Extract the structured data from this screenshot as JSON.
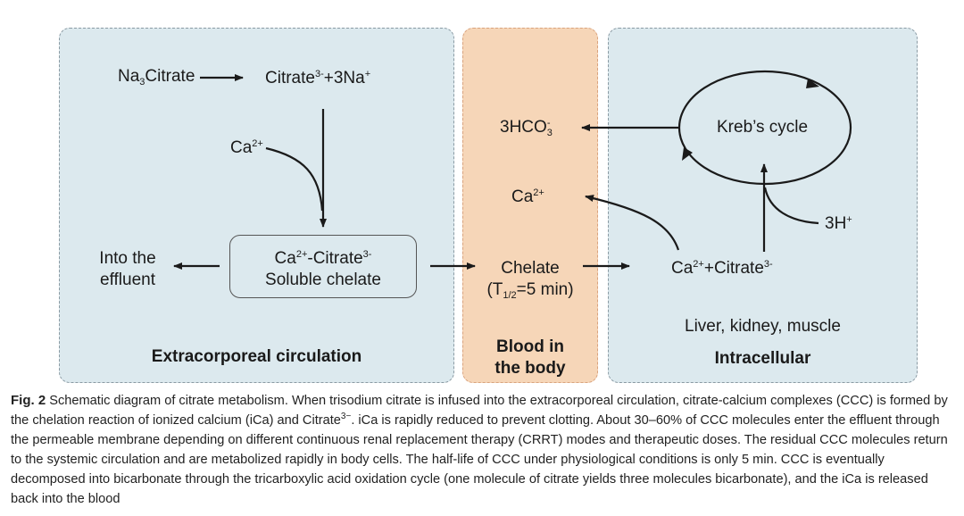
{
  "panels": {
    "extracorporeal": "Extracorporeal circulation",
    "blood_line1": "Blood in",
    "blood_line2": "the body",
    "intracellular": "Intracellular",
    "organs": "Liver, kidney, muscle"
  },
  "labels": {
    "na3": "Na",
    "na3_sub": "3",
    "na3_rest": "Citrate",
    "citrate": "Citrate",
    "citrate_sup": "3-",
    "citrate_rest": "+3Na",
    "na_sup": "+",
    "ca_left": "Ca",
    "ca_sup": "2+",
    "effluent_line1": "Into the",
    "effluent_line2": "effluent",
    "chelate_box_ca": "Ca",
    "chelate_box_mid": "-Citrate",
    "chelate_box_line2": "Soluble chelate",
    "hco3": "3HCO",
    "hco3_sub": "3",
    "hco3_sup": "-",
    "ca_blood": "Ca",
    "chelate": "Chelate",
    "half_life_pre": "(T",
    "half_life_sub": "1/2",
    "half_life_post": "=5 min)",
    "kreb": "Kreb’s cycle",
    "h3": "3H",
    "h3_sup": "+",
    "ca_citrate_ca": "Ca",
    "ca_citrate_mid": "+Citrate"
  },
  "caption": {
    "label": "Fig. 2",
    "text1": "Schematic diagram of citrate metabolism. When trisodium citrate is infused into the extracorporeal circulation, citrate-calcium complexes (CCC) is formed by the chelation reaction of ionized calcium (iCa) and Citrate",
    "text1_sup": "3−",
    "text2": ". iCa is rapidly reduced to prevent clotting. About 30–60% of CCC molecules enter the effluent through the permeable membrane depending on different continuous renal replacement therapy (CRRT) modes and therapeutic doses. The residual CCC molecules return to the systemic circulation and are metabolized rapidly in body cells. The half-life of CCC under physiological conditions is only 5 min. CCC is eventually decomposed into bicarbonate through the tricarboxylic acid oxidation cycle (one molecule of citrate yields three molecules bicarbonate), and the iCa is released back into the blood"
  }
}
